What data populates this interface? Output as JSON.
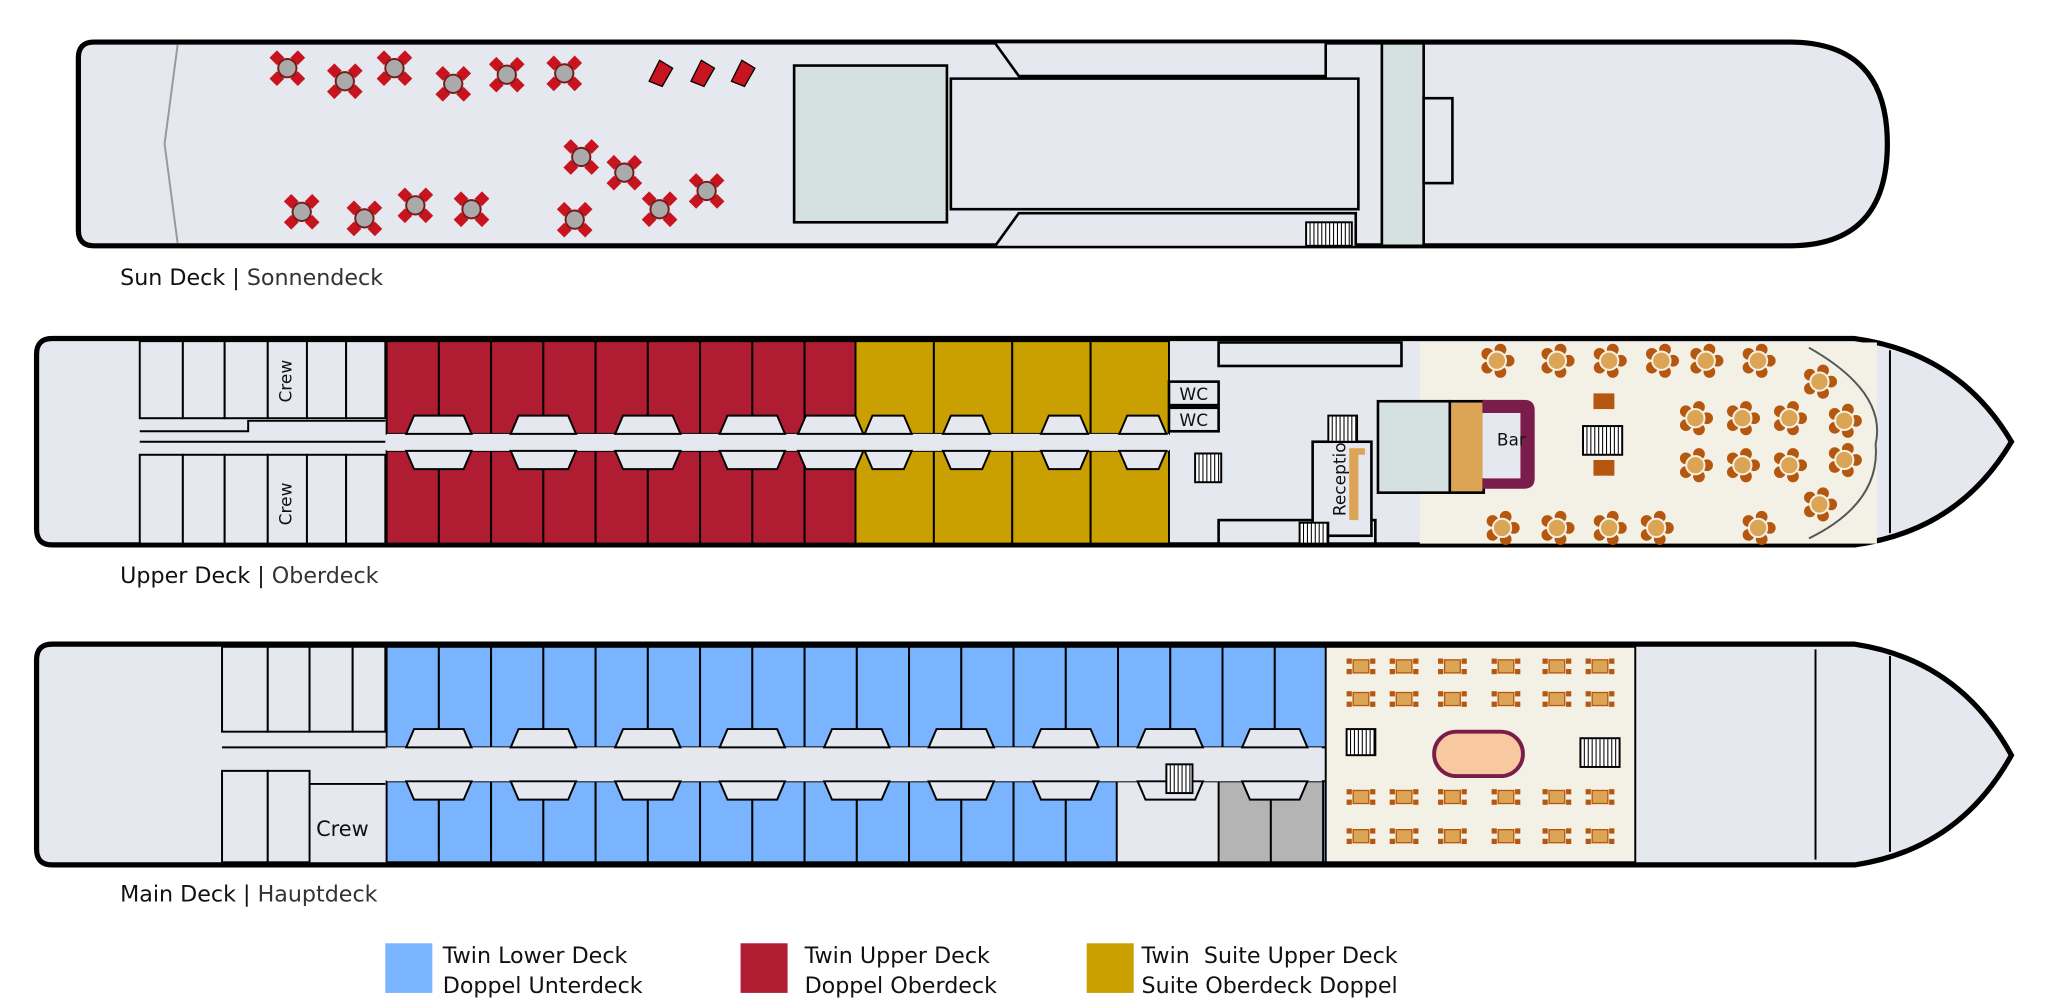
{
  "decks": {
    "sun": {
      "name": "Sun Deck",
      "sep": "|",
      "local": "Sonnendeck"
    },
    "upper": {
      "name": "Upper Deck",
      "sep": "|",
      "local": "Oberdeck",
      "rooms": {
        "crew1": "Crew",
        "crew2": "Crew",
        "wc1": "WC",
        "wc2": "WC",
        "reception": "Reception",
        "bar": "Bar"
      }
    },
    "main": {
      "name": "Main Deck",
      "sep": "|",
      "local": "Hauptdeck",
      "rooms": {
        "crew": "Crew"
      }
    }
  },
  "legend": [
    {
      "label": "Twin Lower Deck",
      "local": "Doppel Unterdeck",
      "color": "#7ab4ff"
    },
    {
      "label": "Twin Upper Deck",
      "local": "Doppel Oberdeck",
      "color": "#b01c32"
    },
    {
      "label": "Twin  Suite Upper Deck",
      "local": "Suite Oberdeck Doppel",
      "color": "#c9a000"
    }
  ],
  "colors": {
    "hull": "#e6e8f0",
    "lounge": "#f3f1e6",
    "mint": "#d5e0e0",
    "chair_red": "#c8141e",
    "chair_brown": "#b5570e",
    "table_tan": "#dca455",
    "bar": "#7b1d4a",
    "grey_cabin": "#b4b4b4"
  }
}
